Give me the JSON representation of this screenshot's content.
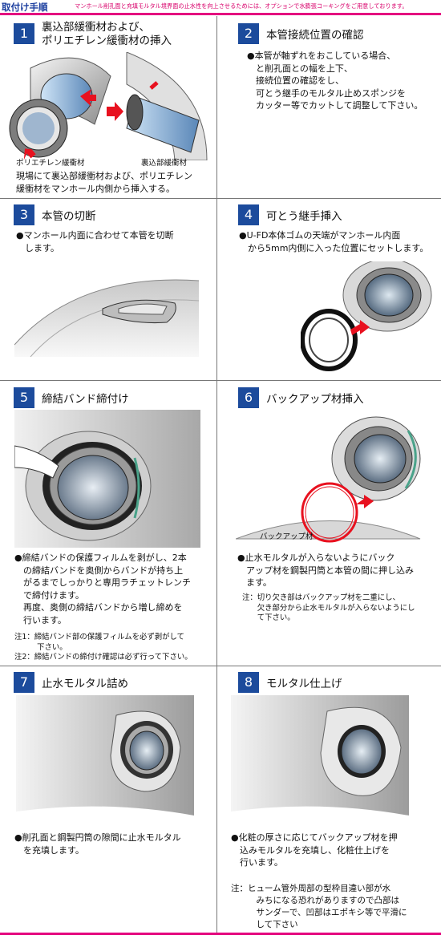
{
  "header": {
    "title": "取付け手順",
    "note": "マンホール削孔面と充填モルタル境界面の止水性を向上させるためには、オプションで水膨張コーキングをご用意しております。"
  },
  "steps": [
    {
      "num": "1",
      "title_lines": [
        "裏込部緩衝材および、",
        "ポリエチレン緩衝材の挿入"
      ],
      "labels": [
        "ポリエチレン緩衝材",
        "裏込部緩衝材"
      ],
      "body": [
        "現場にて裏込部緩衝材および、ポリエチレン",
        "緩衝材をマンホール内側から挿入する。"
      ]
    },
    {
      "num": "2",
      "title_lines": [
        "本管接続位置の確認"
      ],
      "body": [
        "●本管が軸ずれをおこしている場合、",
        "　と削孔面との幅を上下、",
        "　接続位置の確認をし、",
        "　可とう継手のモルタル止めスポンジを",
        "　カッター等でカットして調整して下さい。"
      ]
    },
    {
      "num": "3",
      "title_lines": [
        "本管の切断"
      ],
      "body": [
        "●マンホール内面に合わせて本管を切断",
        "　します。"
      ]
    },
    {
      "num": "4",
      "title_lines": [
        "可とう継手挿入"
      ],
      "body": [
        "●U-FD本体ゴムの天端がマンホール内面",
        "　から5mm内側に入った位置にセットします。"
      ]
    },
    {
      "num": "5",
      "title_lines": [
        "締結バンド締付け"
      ],
      "body": [
        "●締結バンドの保護フィルムを剥がし、2本",
        "　の締結バンドを奥側からバンドが持ち上",
        "　がるまでしっかりと専用ラチェットレンチ",
        "　で締付けます。",
        "　再度、奥側の締結バンドから増し締めを",
        "　行います。"
      ],
      "notes": [
        "注1：締結バンド部の保護フィルムを必ず剥がして",
        "　　　下さい。",
        "注2：締結バンドの締付け確認は必ず行って下さい。"
      ]
    },
    {
      "num": "6",
      "title_lines": [
        "バックアップ材挿入"
      ],
      "labels": [
        "バックアップ材"
      ],
      "body": [
        "●止水モルタルが入らないようにバック",
        "　アップ材を鋼製円筒と本管の間に押し込み",
        "　ます。"
      ],
      "notes": [
        "注：切り欠き部はバックアップ材を二重にし、",
        "　　欠き部分から止水モルタルが入らないようにし",
        "　　て下さい。"
      ]
    },
    {
      "num": "7",
      "title_lines": [
        "止水モルタル詰め"
      ],
      "body": [
        "●削孔面と鋼製円筒の隙間に止水モルタル",
        "　を充填します。"
      ]
    },
    {
      "num": "8",
      "title_lines": [
        "モルタル仕上げ"
      ],
      "body": [
        "●化粧の厚さに応じてバックアップ材を押",
        "　込みモルタルを充填し、化粧仕上げを",
        "　行います。"
      ],
      "notes": [
        "注：ヒューム管外周部の型枠目違い部が水",
        "　　　みちになる恐れがありますので凸部は",
        "　　　サンダーで、凹部はエポキシ等で平滑に",
        "　　　して下さい"
      ]
    }
  ],
  "colors": {
    "accent": "#e4007f",
    "number_bg": "#1c4b9c",
    "header_text": "#1a3d9e"
  }
}
